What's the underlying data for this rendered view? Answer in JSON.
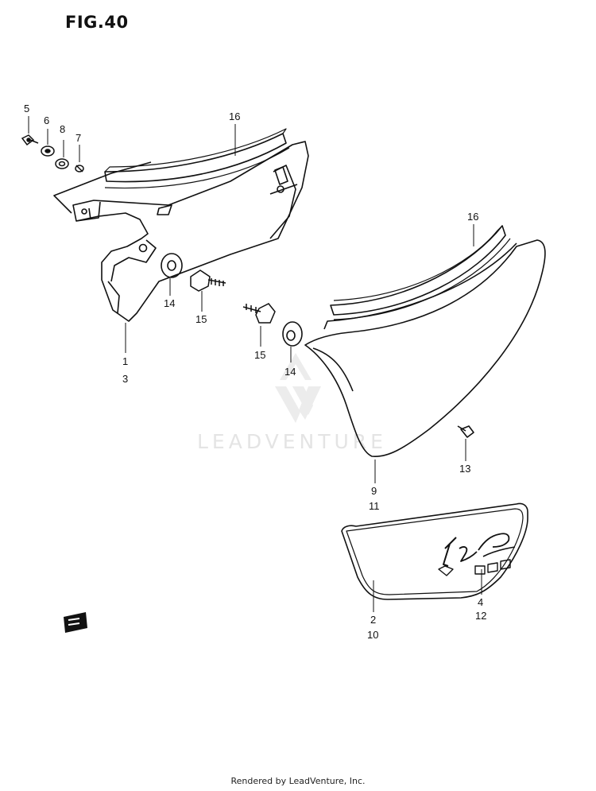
{
  "figure": {
    "title": "FIG.40"
  },
  "callouts": {
    "c5": "5",
    "c6": "6",
    "c8": "8",
    "c7": "7",
    "c16a": "16",
    "c16b": "16",
    "c14a": "14",
    "c15a": "15",
    "c1": "1",
    "c3": "3",
    "c15b": "15",
    "c14b": "14",
    "c9": "9",
    "c11": "11",
    "c13": "13",
    "c4": "4",
    "c12": "12",
    "c2": "2",
    "c10": "10"
  },
  "watermark": {
    "text": "LEADVENTURE"
  },
  "footer": {
    "text": "Rendered by LeadVenture, Inc."
  },
  "colors": {
    "line": "#111111",
    "watermark": "#e4e4e4",
    "background": "#ffffff"
  }
}
